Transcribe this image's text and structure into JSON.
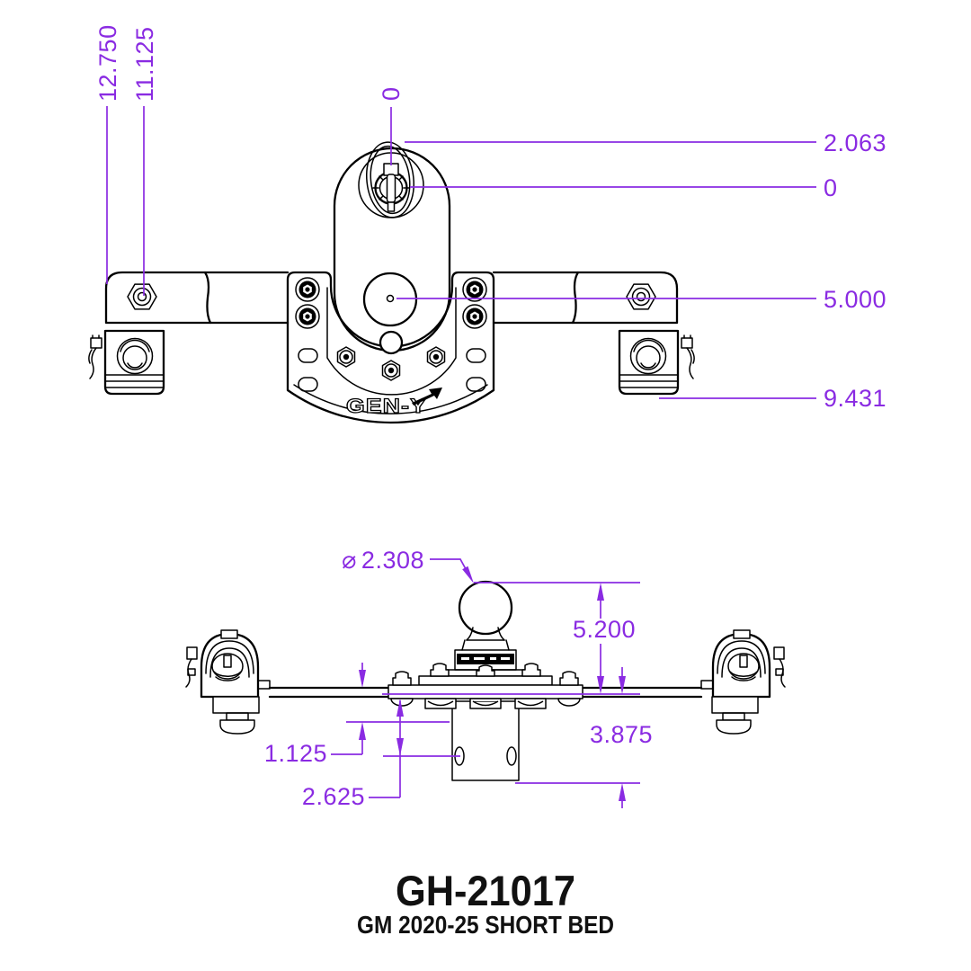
{
  "drawing": {
    "model": "GH-21017",
    "application": "GM 2020-25 SHORT BED",
    "brand_logo": "GEN-Y"
  },
  "colors": {
    "dimension_color": "#8A2BE2",
    "line_color": "#000000",
    "background": "#FFFFFF"
  },
  "top_view": {
    "dims": {
      "overall_width": "12.750",
      "inner_width": "11.125",
      "top_datum": "0",
      "head_top": "2.063",
      "pin_datum": "0",
      "pivot_drop": "5.000",
      "overall_drop": "9.431"
    }
  },
  "bottom_view": {
    "dims": {
      "ball_diameter_symbol": "⌀",
      "ball_diameter": "2.308",
      "ball_height": "5.200",
      "bar_drop": "1.125",
      "hole_drop": "2.625",
      "shank_depth": "3.875"
    }
  }
}
